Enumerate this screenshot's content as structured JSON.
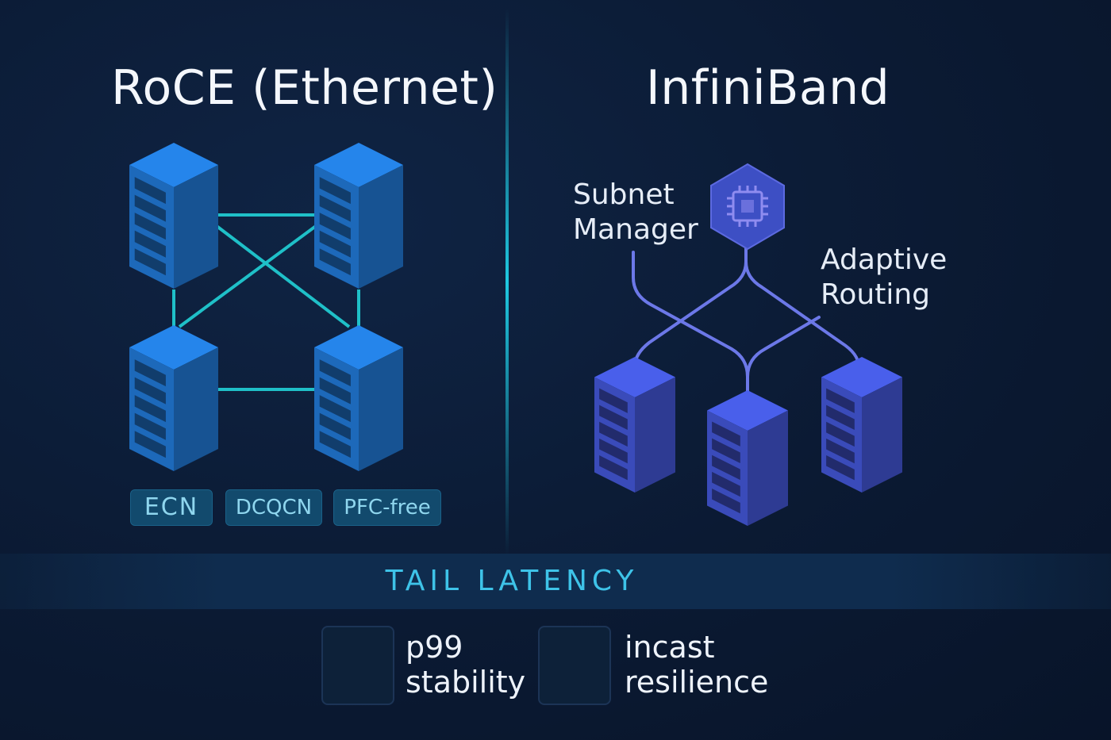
{
  "left": {
    "title": "RoCE (Ethernet)",
    "tags": [
      "ECN",
      "DCQCN",
      "PFC-free"
    ]
  },
  "right": {
    "title": "InfiniBand",
    "subnet_manager_label": "Subnet\nManager",
    "adaptive_routing_label": "Adaptive\nRouting"
  },
  "bottom": {
    "band_title": "TAIL LATENCY",
    "metrics": [
      {
        "icon": "gauge-icon",
        "text": "p99\nstability"
      },
      {
        "icon": "incast-arrows-icon",
        "text": "incast\nresilience"
      }
    ]
  },
  "colors": {
    "background": "#0b1a33",
    "roce_server": "#1f6fc4",
    "roce_link": "#1fc0c8",
    "ib_server": "#3d4fc4",
    "ib_link": "#6c78e8",
    "accent_cyan": "#3ec3e8",
    "accent_orange": "#f2a93a"
  }
}
